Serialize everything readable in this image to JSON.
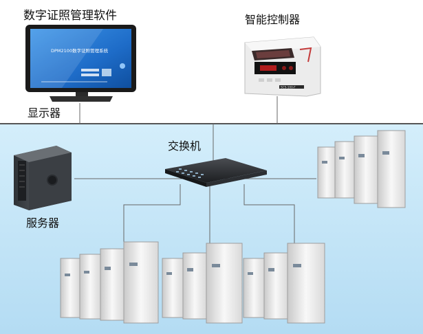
{
  "labels": {
    "software": "数字证照管理软件",
    "controller": "智能控制器",
    "monitor": "显示器",
    "switch": "交换机",
    "server": "服务器"
  },
  "screen_text": {
    "system_name": "DPM2100数字证照管理系统"
  },
  "device_text": {
    "controller_model": "SCS-100-F"
  },
  "colors": {
    "sky_top": "#cfeaf8",
    "sky_bottom": "#b6dcf2",
    "lan_line": "#555555",
    "screen_blue": "#2a7fd6"
  }
}
